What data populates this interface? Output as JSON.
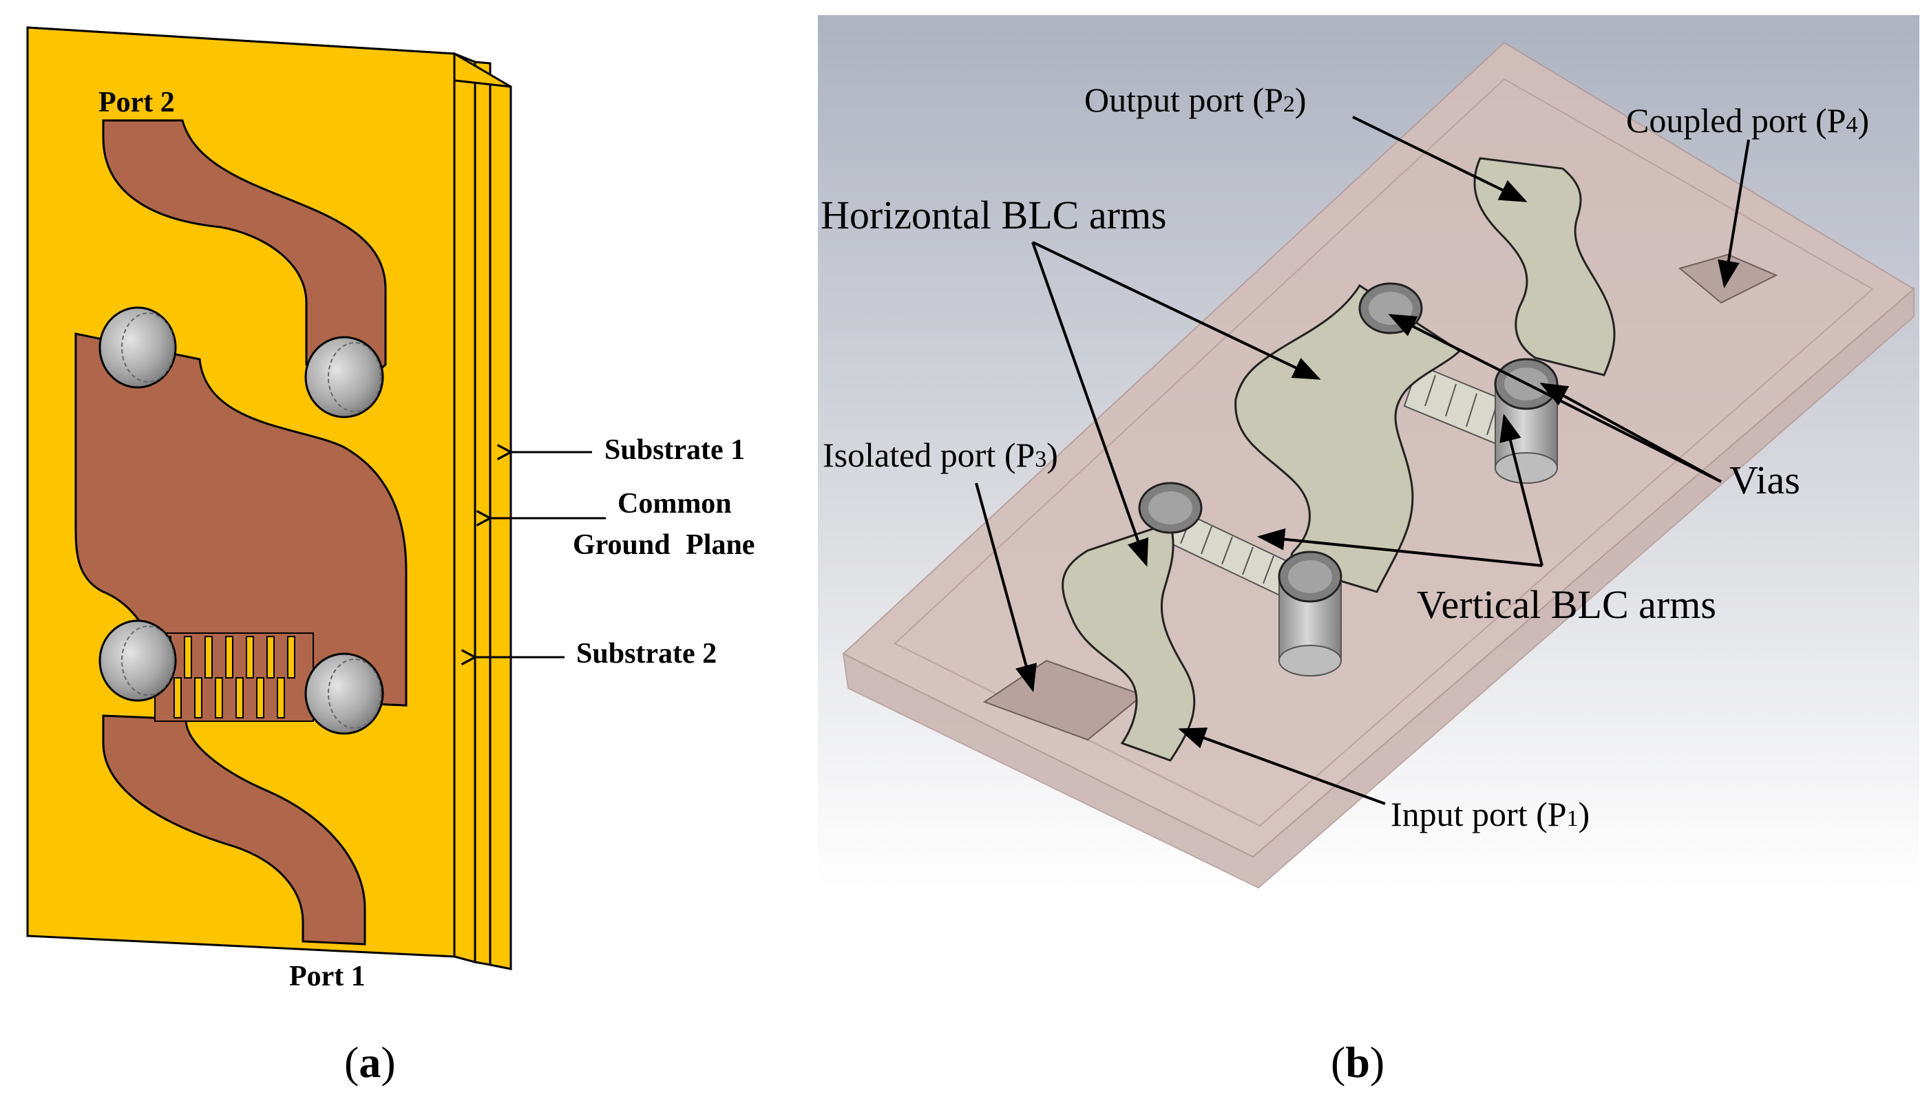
{
  "panel_a": {
    "caption_open": "(",
    "caption_letter": "a",
    "caption_close": ")",
    "labels": {
      "port2": "Port 2",
      "port1": "Port 1",
      "substrate1": "Substrate 1",
      "common": "Common",
      "ground_plane": "Ground Plane",
      "substrate2": "Substrate 2"
    },
    "colors": {
      "substrate": "#FFC400",
      "substrate_edge": "#E0A800",
      "trace": "#B0664A",
      "via": "#9A9A9A"
    }
  },
  "panel_b": {
    "caption_open": "(",
    "caption_letter": "b",
    "caption_close": ")",
    "labels": {
      "output_port": "Output port (P",
      "output_sub": "2",
      "coupled_port": "Coupled port (P",
      "coupled_sub": "4",
      "isolated_port": "Isolated port (P",
      "isolated_sub": "3",
      "input_port": "Input port (P",
      "input_sub": "1",
      "horizontal_arms": "Horizontal BLC arms",
      "vertical_arms": "Vertical BLC arms",
      "vias": "Vias"
    },
    "colors": {
      "background_top": "#B8BCC8",
      "board": "#C9B3B0",
      "trace": "#C9C8B5"
    }
  },
  "close_paren": ")"
}
